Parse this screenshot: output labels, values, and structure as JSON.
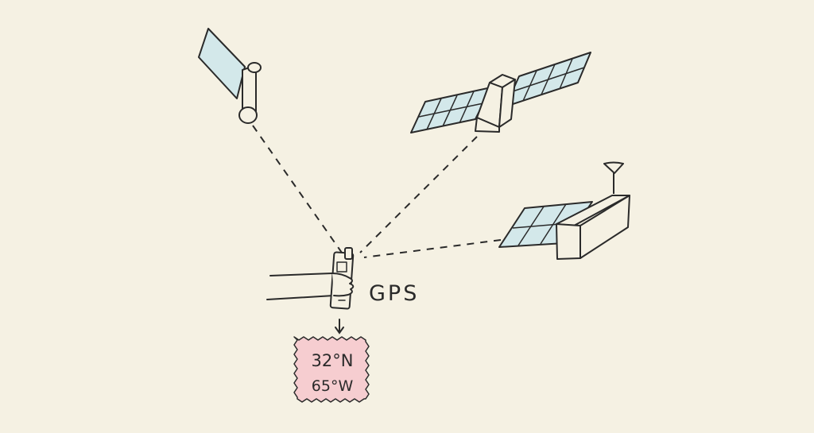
{
  "receiver": {
    "label": "GPS"
  },
  "readout": {
    "latitude": "32°N",
    "longitude": "65°W"
  },
  "colors": {
    "paper": "#f5f1e3",
    "ink": "#2a2a2a",
    "solar_panel": "#d3e8ea",
    "readout_card": "#f6cdd0"
  }
}
